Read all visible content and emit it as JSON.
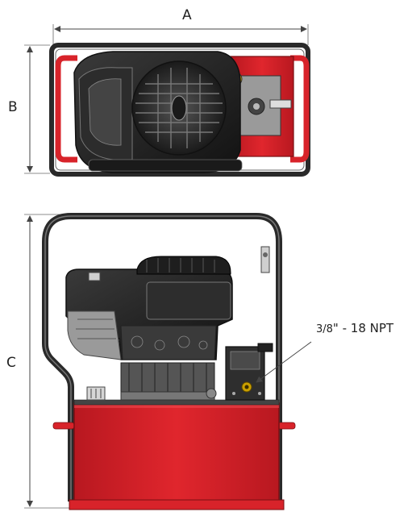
{
  "dimensions": {
    "a_label": "A",
    "b_label": "B",
    "c_label": "C"
  },
  "callout": {
    "port_whole": "3/8",
    "port_suffix": "\" - 18 NPT"
  },
  "colors": {
    "tank_red": "#d8232a",
    "frame_dark": "#2a2a2a",
    "engine_black": "#1e1e1e",
    "engine_gray": "#8a8a8a",
    "dimension_line": "#444444"
  }
}
